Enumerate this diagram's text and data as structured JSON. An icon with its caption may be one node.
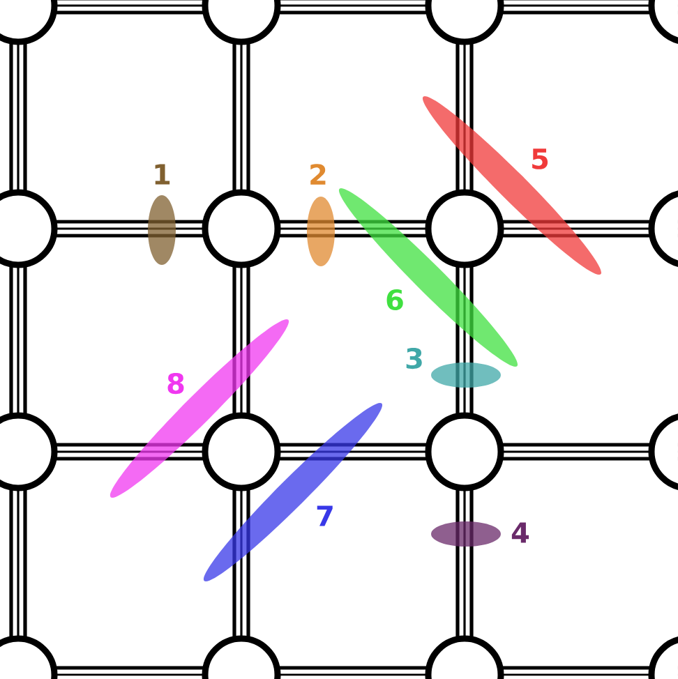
{
  "diagram": {
    "nodes": [
      {
        "text": [],
        "shape": "ellipse",
        "beside": [
          "1"
        ]
      },
      {
        "text": [],
        "shape": "ellipse",
        "beside": [
          "2"
        ]
      },
      {
        "text": [],
        "shape": "ellipse",
        "beside": [
          "3"
        ]
      },
      {
        "text": [],
        "shape": "ellipse",
        "beside": [
          "4"
        ]
      },
      {
        "text": [],
        "shape": "ellipse",
        "beside": [
          "5"
        ]
      },
      {
        "text": [],
        "shape": "ellipse",
        "beside": [
          "6"
        ]
      },
      {
        "text": [],
        "shape": "ellipse",
        "beside": [
          "7"
        ]
      },
      {
        "text": [],
        "shape": "ellipse",
        "beside": [
          "8"
        ]
      }
    ]
  }
}
